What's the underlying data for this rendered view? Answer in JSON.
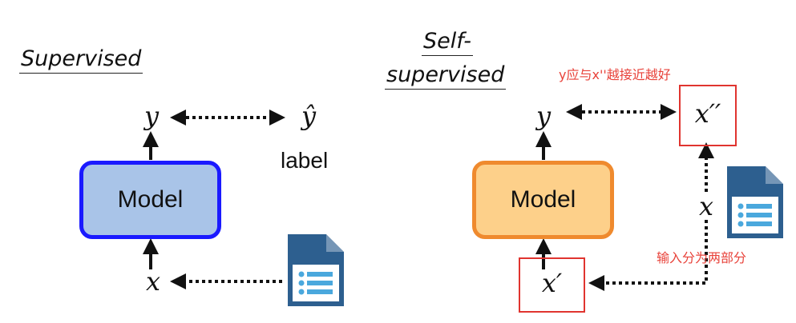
{
  "supervised": {
    "title": "Supervised",
    "output_var": "y",
    "target_var": "ŷ",
    "target_caption": "label",
    "model_label": "Model",
    "input_var": "x",
    "model_fill": "#a9c4e8",
    "model_border": "#1a1aff"
  },
  "self_supervised": {
    "title_line1": "Self-",
    "title_line2": "supervised",
    "output_var": "y",
    "target_var": "x′′",
    "split_var": "x",
    "model_label": "Model",
    "input_var": "x′",
    "note_top": "y应与x''越接近越好",
    "note_split": "输入分为两部分",
    "model_fill": "#fdd08a",
    "model_border": "#ef8a2e",
    "highlight_color": "#e0342f"
  },
  "icons": {
    "document_icon": "document-icon",
    "document_color": "#2d5f8f",
    "list_color": "#4aa8dd"
  }
}
